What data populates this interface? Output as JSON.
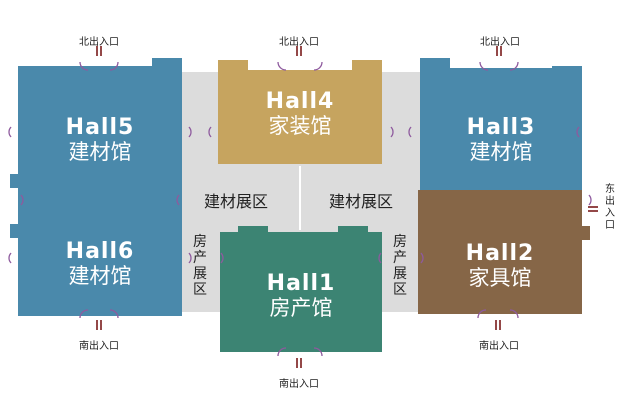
{
  "colors": {
    "building_materials": "#4a89ab",
    "home_decor": "#c6a45f",
    "real_estate": "#3c8473",
    "furniture": "#866647",
    "corridor": "#dcdcdc",
    "arrow": "#7a1a1a",
    "door": "#8e5a9e"
  },
  "halls": {
    "hall5": {
      "name": "Hall5",
      "type": "建材馆"
    },
    "hall6": {
      "name": "Hall6",
      "type": "建材馆"
    },
    "hall4": {
      "name": "Hall4",
      "type": "家装馆"
    },
    "hall1": {
      "name": "Hall1",
      "type": "房产馆"
    },
    "hall3": {
      "name": "Hall3",
      "type": "建材馆"
    },
    "hall2": {
      "name": "Hall2",
      "type": "家具馆"
    }
  },
  "zones": {
    "building_left": "建材展区",
    "building_right": "建材展区",
    "property_left": [
      "房",
      "产",
      "展",
      "区"
    ],
    "property_right": [
      "房",
      "产",
      "展",
      "区"
    ]
  },
  "entrances": {
    "north_left": "北出入口",
    "north_center": "北出入口",
    "north_right": "北出入口",
    "south_left": "南出入口",
    "south_center": "南出入口",
    "south_right": "南出入口",
    "east": [
      "东",
      "出",
      "入",
      "口"
    ]
  }
}
